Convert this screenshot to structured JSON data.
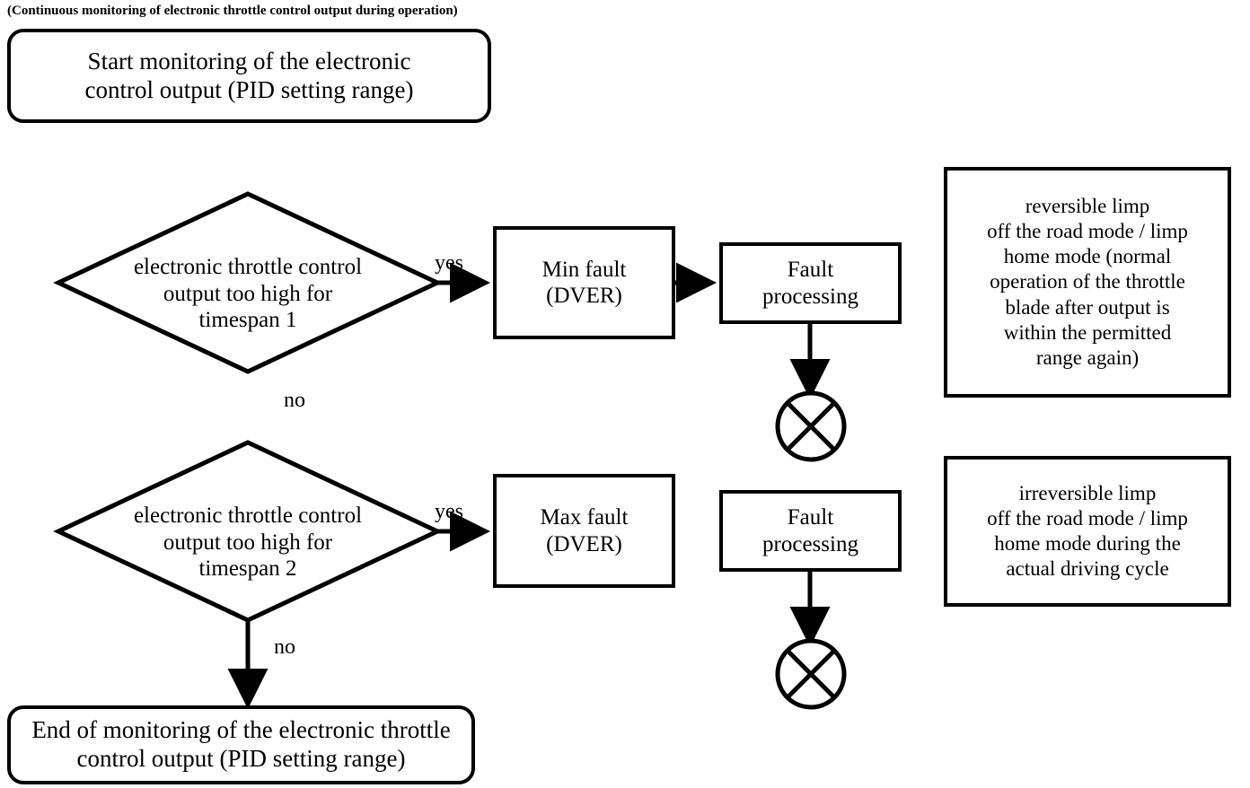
{
  "diagram": {
    "caption": "(Continuous monitoring of electronic throttle control output during operation)",
    "start": {
      "line1": "Start monitoring of the electronic",
      "line2": "control output (PID setting range)"
    },
    "end": {
      "line1": "End of monitoring of the electronic throttle",
      "line2": "control output (PID setting range)"
    },
    "decision1": {
      "line1": "electronic throttle control",
      "line2": "output too high for",
      "line3": "timespan 1",
      "yes_label": "yes",
      "no_label": "no"
    },
    "decision2": {
      "line1": "electronic throttle control",
      "line2": "output too high for",
      "line3": "timespan 2",
      "yes_label": "yes",
      "no_label": "no"
    },
    "min_fault": {
      "line1": "Min fault",
      "line2": "(DVER)"
    },
    "max_fault": {
      "line1": "Max fault",
      "line2": "(DVER)"
    },
    "fault_processing_1": {
      "line1": "Fault",
      "line2": "processing"
    },
    "fault_processing_2": {
      "line1": "Fault",
      "line2": "processing"
    },
    "note_reversible": {
      "line1": "reversible limp",
      "line2": "off the road mode / limp",
      "line3": "home mode (normal",
      "line4": "operation of the throttle",
      "line5": "blade after output is",
      "line6": "within the permitted",
      "line7": "range again)"
    },
    "note_irreversible": {
      "line1": "irreversible limp",
      "line2": "off the road mode / limp",
      "line3": "home mode during the",
      "line4": "actual driving cycle"
    },
    "connector_1": "circle-x-connector",
    "connector_2": "circle-x-connector",
    "colors": {
      "stroke": "#000000",
      "background": "#ffffff"
    }
  }
}
